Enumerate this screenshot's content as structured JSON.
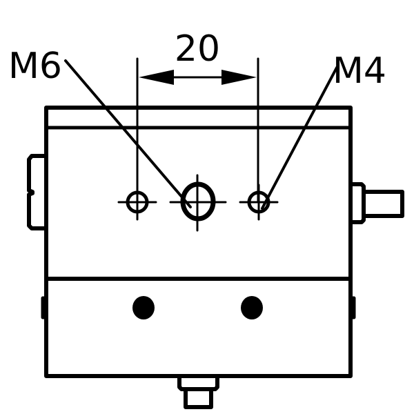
{
  "drawing": {
    "dimension_label": "20",
    "left_callout": "M6",
    "right_callout": "M4",
    "line_color": "#000000",
    "background": "#ffffff"
  }
}
